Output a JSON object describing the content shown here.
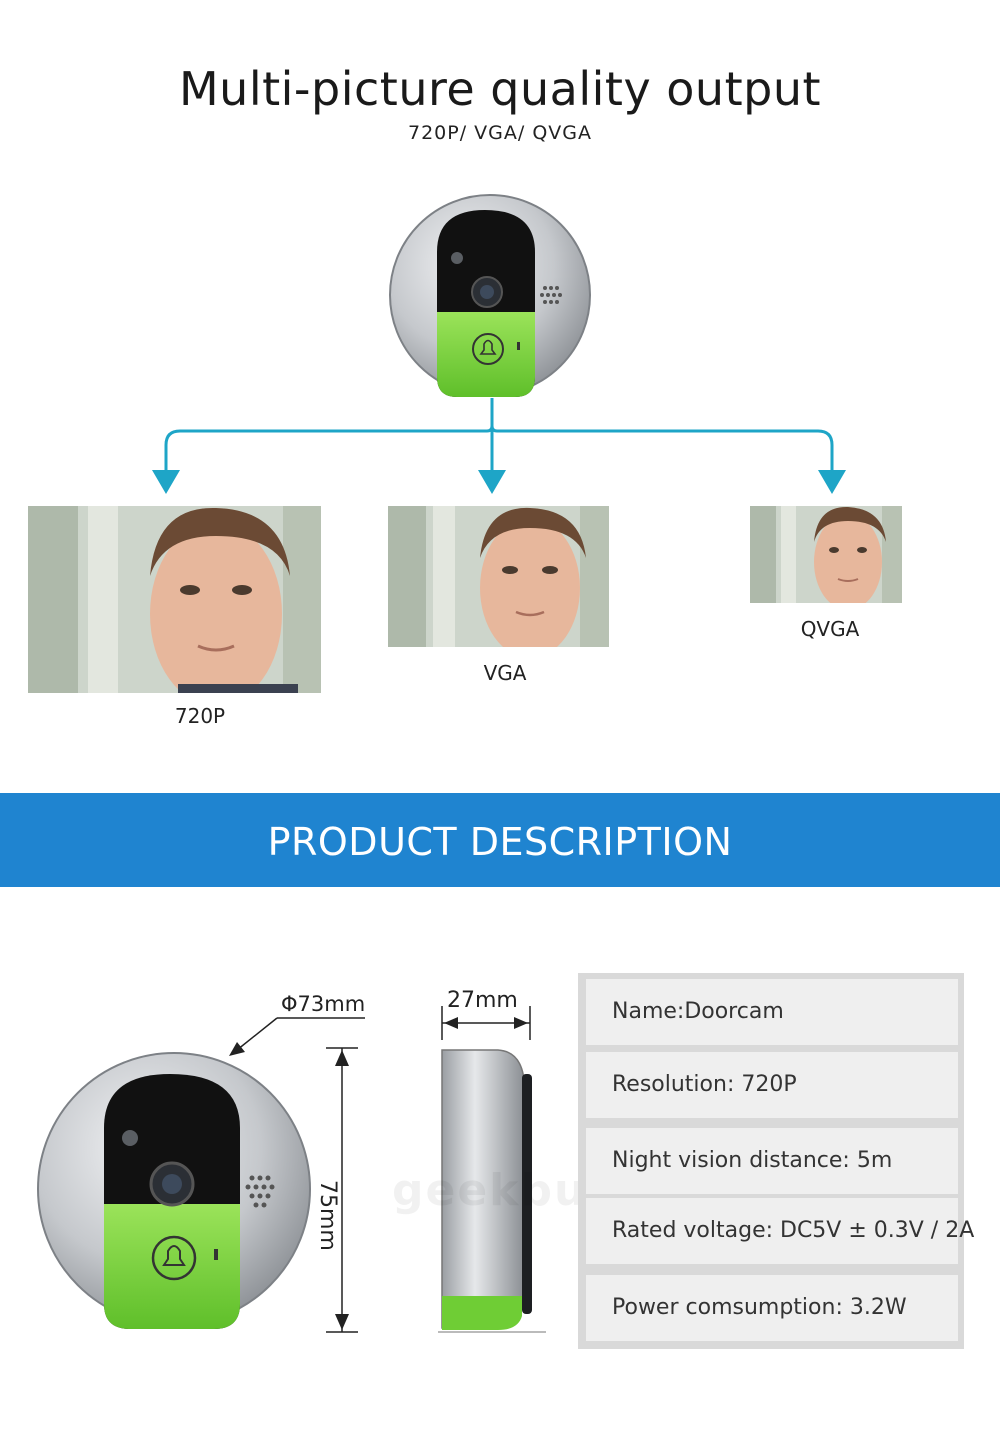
{
  "header": {
    "title": "Multi-picture quality output",
    "subtitle": "720P/ VGA/ QVGA"
  },
  "outputs": [
    {
      "label": "720P"
    },
    {
      "label": "VGA"
    },
    {
      "label": "QVGA"
    }
  ],
  "banner": {
    "text": "PRODUCT DESCRIPTION"
  },
  "dimensions": {
    "diameter": "Φ73mm",
    "height": "75mm",
    "depth": "27mm"
  },
  "specs": [
    {
      "text": "Name:Doorcam"
    },
    {
      "text": "Resolution: 720P"
    },
    {
      "text": "Night vision distance: 5m"
    },
    {
      "text": "Rated voltage: DC5V ± 0.3V / 2A"
    },
    {
      "text": "Power comsumption: 3.2W"
    }
  ],
  "watermark": "geekbuying",
  "colors": {
    "accent_arrow": "#1ea5c7",
    "banner": "#1f84d0",
    "device_green": "#7fd63f",
    "device_silver": "#c8cbcf"
  }
}
